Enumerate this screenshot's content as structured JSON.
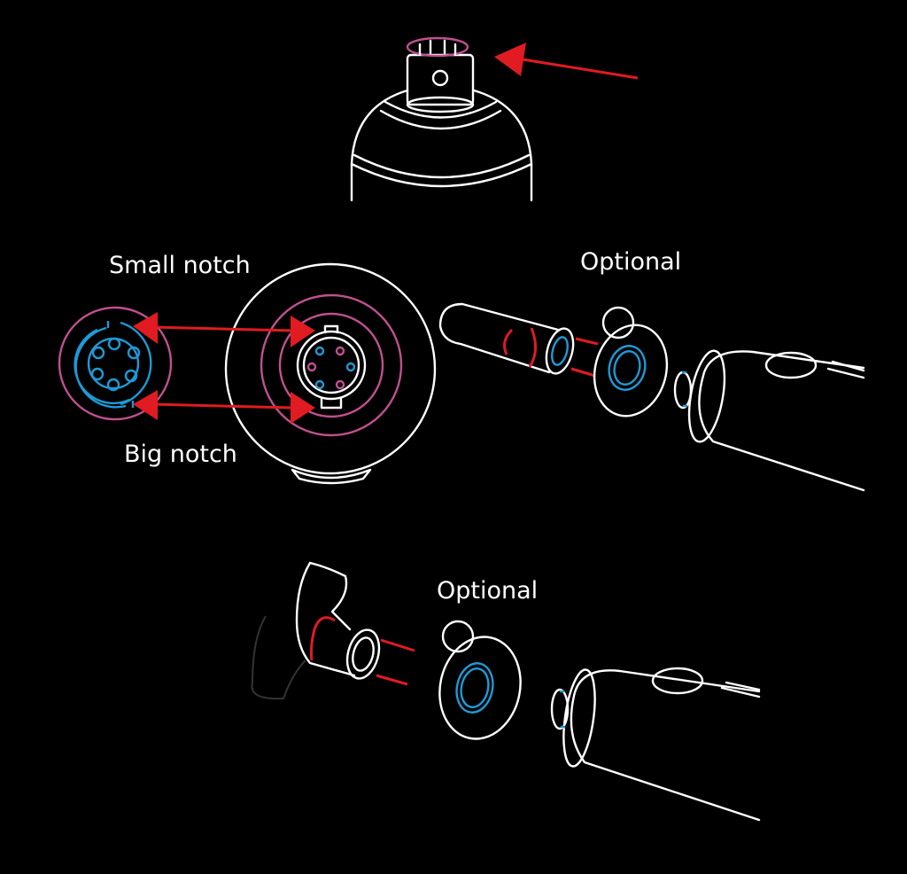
{
  "labels": {
    "small_notch": "Small notch",
    "big_notch": "Big notch",
    "optional_top": "Optional",
    "optional_bottom": "Optional"
  },
  "colors": {
    "background": "#000000",
    "line": "#ffffff",
    "arrow": "#e01b22",
    "ring": "#c0508f",
    "seal": "#1e9ad6"
  }
}
